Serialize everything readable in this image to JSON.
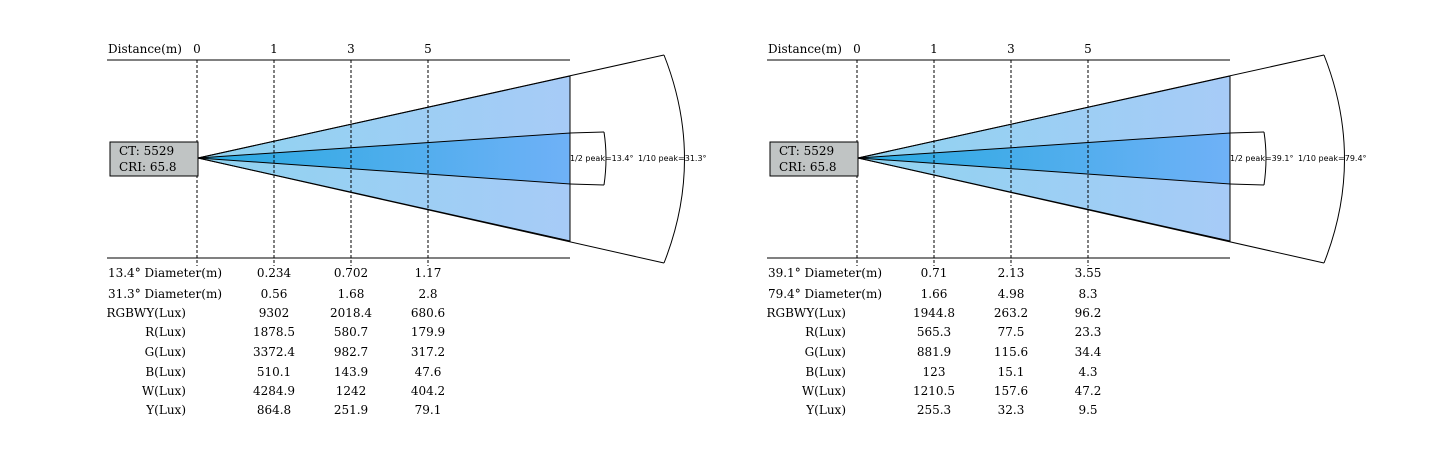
{
  "panels": [
    {
      "distance_label": "Distance(m)",
      "distances": [
        "0",
        "1",
        "3",
        "5"
      ],
      "ct_text": "CT: 5529",
      "cri_text": "CRI: 65.8",
      "half_peak_label": "1/2 peak=13.4°",
      "tenth_peak_label": "1/10 peak=31.3°",
      "rows": [
        {
          "label": "13.4° Diameter(m)",
          "values": [
            "0.234",
            "0.702",
            "1.17"
          ]
        },
        {
          "label": "31.3° Diameter(m)",
          "values": [
            "0.56",
            "1.68",
            "2.8"
          ]
        },
        {
          "label": "RGBWY(Lux)",
          "values": [
            "9302",
            "2018.4",
            "680.6"
          ]
        },
        {
          "label": "R(Lux)",
          "values": [
            "1878.5",
            "580.7",
            "179.9"
          ]
        },
        {
          "label": "G(Lux)",
          "values": [
            "3372.4",
            "982.7",
            "317.2"
          ]
        },
        {
          "label": "B(Lux)",
          "values": [
            "510.1",
            "143.9",
            "47.6"
          ]
        },
        {
          "label": "W(Lux)",
          "values": [
            "4284.9",
            "1242",
            "404.2"
          ]
        },
        {
          "label": "Y(Lux)",
          "values": [
            "864.8",
            "251.9",
            "79.1"
          ]
        }
      ]
    },
    {
      "distance_label": "Distance(m)",
      "distances": [
        "0",
        "1",
        "3",
        "5"
      ],
      "ct_text": "CT: 5529",
      "cri_text": "CRI: 65.8",
      "half_peak_label": "1/2 peak=39.1°",
      "tenth_peak_label": "1/10 peak=79.4°",
      "rows": [
        {
          "label": "39.1° Diameter(m)",
          "values": [
            "0.71",
            "2.13",
            "3.55"
          ]
        },
        {
          "label": "79.4° Diameter(m)",
          "values": [
            "1.66",
            "4.98",
            "8.3"
          ]
        },
        {
          "label": "RGBWY(Lux)",
          "values": [
            "1944.8",
            "263.2",
            "96.2"
          ]
        },
        {
          "label": "R(Lux)",
          "values": [
            "565.3",
            "77.5",
            "23.3"
          ]
        },
        {
          "label": "G(Lux)",
          "values": [
            "881.9",
            "115.6",
            "34.4"
          ]
        },
        {
          "label": "B(Lux)",
          "values": [
            "123",
            "15.1",
            "4.3"
          ]
        },
        {
          "label": "W(Lux)",
          "values": [
            "1210.5",
            "157.6",
            "47.2"
          ]
        },
        {
          "label": "Y(Lux)",
          "values": [
            "255.3",
            "32.3",
            "9.5"
          ]
        }
      ]
    }
  ],
  "colors": {
    "beam_outer_start": "#8fd3f0",
    "beam_outer_end": "#a7cbf7",
    "beam_inner_start": "#28a9e0",
    "beam_inner_end": "#6fb1f7",
    "info_box_fill": "#c0c4c4"
  }
}
